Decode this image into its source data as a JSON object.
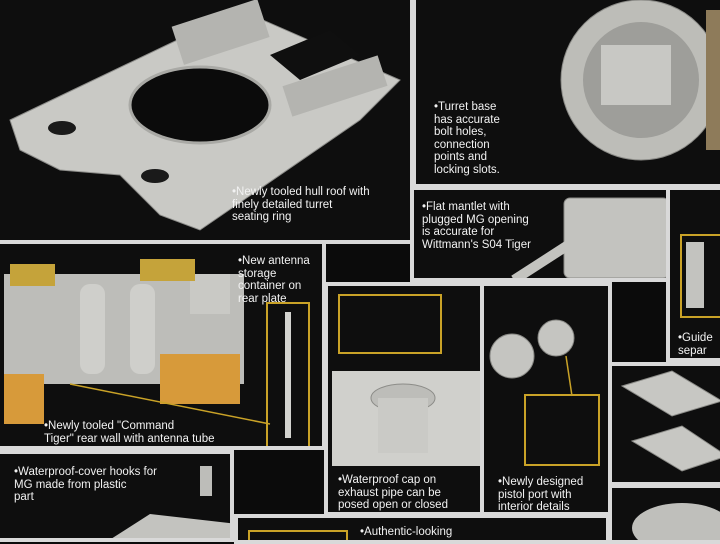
{
  "captions": {
    "hull_roof": "•Newly tooled hull roof with\nfinely detailed turret\nseating ring",
    "turret_base": "•Turret base\nhas accurate\nbolt holes,\nconnection\npoints and\nlocking slots.",
    "mantlet": "•Flat mantlet with\nplugged MG opening\nis accurate for\nWittmann's S04 Tiger",
    "antenna": "•New antenna\nstorage\ncontainer on\nrear plate",
    "rear_wall": "•Newly tooled \"Command\nTiger\" rear wall with antenna tube",
    "guide": "•Guide\nsepar",
    "hooks": "•Waterproof-cover hooks for\nMG made from plastic\npart",
    "cap": "•Waterproof cap on\nexhaust pipe can be\nposed open or closed",
    "pistol_port": "•Newly designed\npistol port with\ninterior details",
    "authentic": "•Authentic-looking"
  },
  "colors": {
    "background": "#0b0b0b",
    "frame": "#d9d9d9",
    "plastic": "#c8c8c4",
    "accent": "#c9a227",
    "track": "#d79a3a"
  }
}
